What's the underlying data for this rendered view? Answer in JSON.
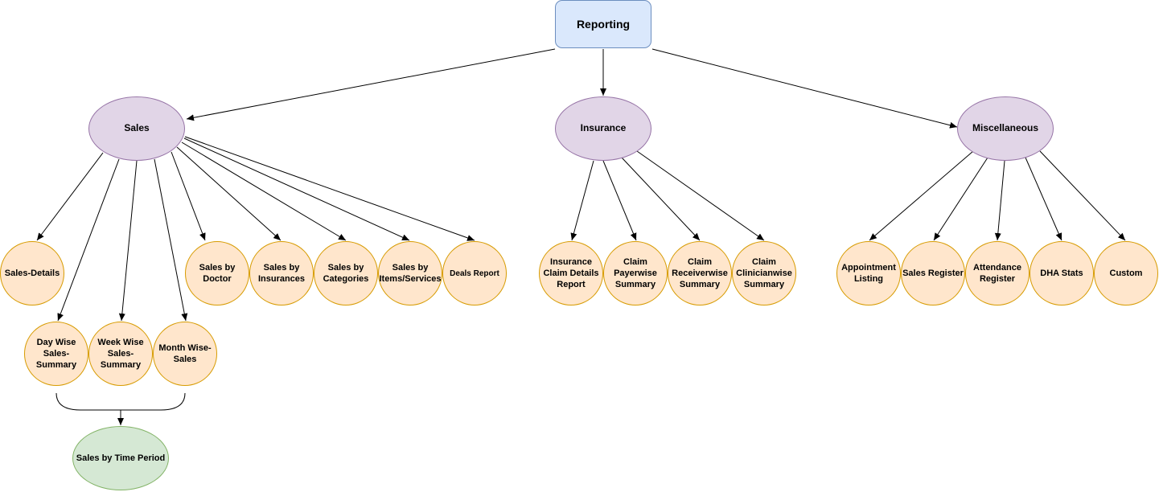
{
  "root": {
    "label": "Reporting"
  },
  "categories": {
    "sales": "Sales",
    "insurance": "Insurance",
    "misc": "Miscellaneous"
  },
  "sales_reports": {
    "details": "Sales-Details",
    "by_doctor": "Sales by\nDoctor",
    "by_insurances": "Sales by\nInsurances",
    "by_categories": "Sales by\nCategories",
    "by_items": "Sales by\nItems/Services",
    "deals": "Deals Report",
    "day_wise": "Day Wise\nSales-\nSummary",
    "week_wise": "Week Wise\nSales-\nSummary",
    "month_wise": "Month Wise-\nSales",
    "time_period": "Sales by Time Period"
  },
  "insurance_reports": {
    "claim_details": "Insurance\nClaim Details\nReport",
    "payerwise": "Claim\nPayerwise\nSummary",
    "receiverwise": "Claim\nReceiverwise\nSummary",
    "clinicianwise": "Claim\nClinicianwise\nSummary"
  },
  "misc_reports": {
    "appointment": "Appointment\nListing",
    "register": "Sales Register",
    "attendance": "Attendance\nRegister",
    "dha": "DHA Stats",
    "custom": "Custom"
  }
}
